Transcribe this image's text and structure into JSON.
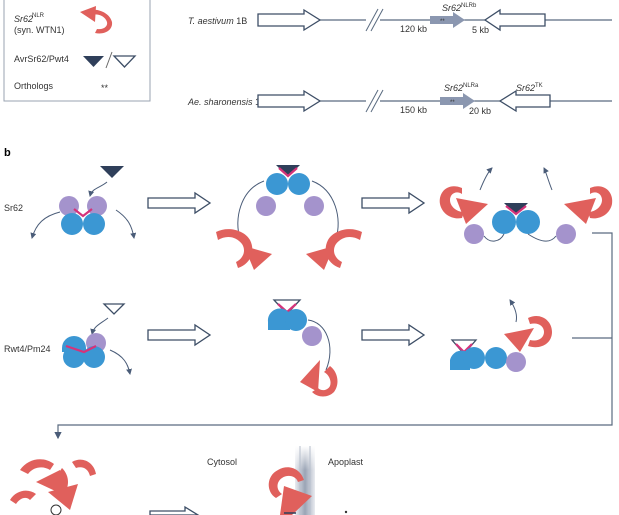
{
  "panel_b_label": "b",
  "legend": {
    "sr62_label_name": "Sr62",
    "sr62_label_sup": "NLR",
    "sr62_synonym": "(syn. WTN1)",
    "avr_label": "AvrSr62/Pwt4",
    "orthologs_label": "Orthologs",
    "orthologs_marker": "**"
  },
  "genome_rows": [
    {
      "species": "T. aestivum",
      "chromosome": "1B",
      "gene_top_name": "Sr62",
      "gene_top_sup": "NLRb",
      "gap_label": "120 kb",
      "gene_marker": "**",
      "distance_label": "5 kb"
    },
    {
      "species": "Ae. sharonensis",
      "chromosome": "1S",
      "gene_top_name": "Sr62",
      "gene_top_sup": "NLRa",
      "gene_top2_name": "Sr62",
      "gene_top2_sup": "TK",
      "gap_label": "150 kb",
      "gene_marker": "**",
      "distance_label": "20 kb"
    }
  ],
  "row_labels": {
    "sr62": "Sr62",
    "rwt4": "Rwt4/Pm24"
  },
  "bottom_labels": {
    "cytosol": "Cytosol",
    "apoplast": "Apoplast"
  },
  "colors": {
    "blue_domain": "#3b97d3",
    "purple_domain": "#a493cc",
    "sr62_red": "#e0605c",
    "avr_navy": "#2f3f5a",
    "pink_contact": "#d5337a",
    "line": "#5a6b80"
  }
}
